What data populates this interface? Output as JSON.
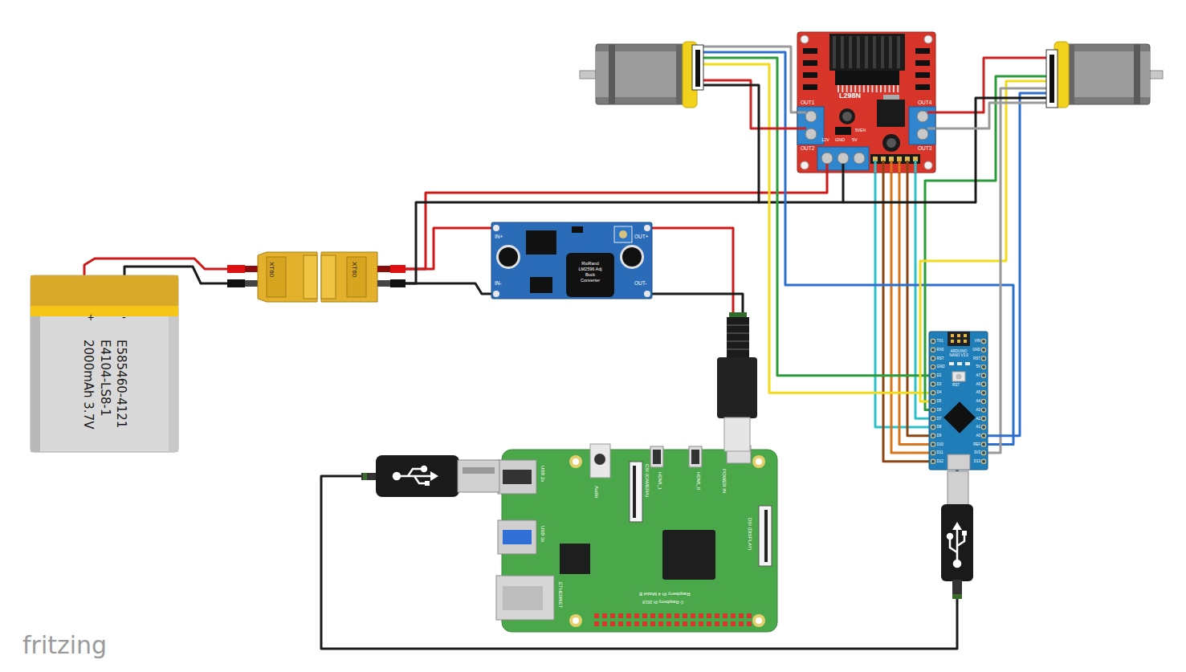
{
  "diagram": {
    "nodes": [
      {
        "text": [
          "L298N",
          "OUT1",
          "OUT2",
          "12V",
          "GND",
          "5V",
          "5VEN",
          "OUT4",
          "OUT3"
        ]
      },
      {
        "text": [
          "+",
          "-",
          "E585460-4121 E4104-LS8-1 2000mAh 3.7V"
        ]
      },
      {
        "text": [
          "XT60"
        ]
      },
      {
        "text": [
          "XT60"
        ]
      },
      {
        "text": [
          "IN+",
          "IN-",
          "RioRand LM2596 Adj Buck Converter",
          "OUT+",
          "OUT-"
        ]
      },
      {
        "text": [
          "ARDUINO NANO V3.0",
          "RST",
          "TX1",
          "RX0",
          "RST",
          "GND",
          "D2",
          "D3",
          "D4",
          "D5",
          "D6",
          "D7",
          "D8",
          "D9",
          "D10",
          "D11",
          "D12",
          "VIN",
          "GND",
          "RST",
          "5V",
          "A7",
          "A6",
          "A5",
          "A4",
          "A3",
          "A2",
          "A1",
          "A0",
          "REF",
          "3V3",
          "D13"
        ]
      },
      {
        "text": [
          "USB 2x",
          "USB 3x",
          "Audio",
          "CSI (CAMERA)",
          "HDMI_1",
          "HDMI_0",
          "POWER IN",
          "DSI (DISPLAY)",
          "ETHERNET",
          "Raspberry Pi 4 Model B",
          "© Raspberry Pi 2018"
        ]
      }
    ],
    "edges": [
      {
        "from": 1,
        "to": 2,
        "arrow": "none"
      },
      {
        "from": 1,
        "to": 2,
        "arrow": "none"
      },
      {
        "from": 3,
        "to": 4,
        "arrow": "none"
      },
      {
        "from": 3,
        "to": 4,
        "arrow": "none"
      },
      {
        "from": 3,
        "to": 0,
        "arrow": "none"
      },
      {
        "from": 3,
        "to": 0,
        "arrow": "none"
      },
      {
        "from": 4,
        "to": 6,
        "arrow": "none"
      },
      {
        "from": 4,
        "to": 6,
        "arrow": "none"
      },
      {
        "from": 0,
        "to": 5,
        "arrow": "none"
      },
      {
        "from": 0,
        "to": 5,
        "arrow": "none"
      },
      {
        "from": 0,
        "to": 5,
        "arrow": "none"
      },
      {
        "from": 0,
        "to": 5,
        "arrow": "none"
      },
      {
        "from": 0,
        "to": 5,
        "arrow": "none"
      },
      {
        "from": 0,
        "to": 5,
        "arrow": "none"
      },
      {
        "from": 6,
        "to": 5,
        "arrow": "none"
      }
    ],
    "labels": [
      "fritzing"
    ]
  }
}
